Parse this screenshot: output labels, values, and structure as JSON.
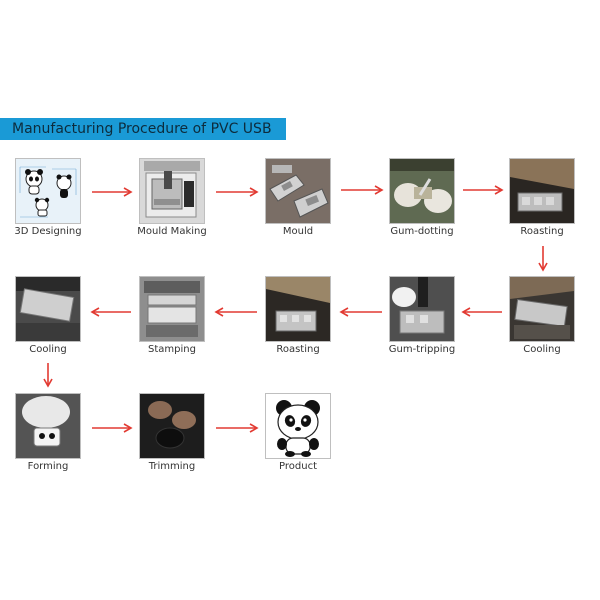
{
  "banner": {
    "title": "Manufacturing Procedure of PVC USB",
    "color": "#1a9ad6"
  },
  "arrow_color": "#e23a32",
  "steps": [
    {
      "label": "3D Designing",
      "icon": "panda-cad-icon"
    },
    {
      "label": "Mould Making",
      "icon": "cnc-machine-icon"
    },
    {
      "label": "Mould",
      "icon": "mould-icon"
    },
    {
      "label": "Gum-dotting",
      "icon": "gum-dotting-icon"
    },
    {
      "label": "Roasting",
      "icon": "oven-icon"
    },
    {
      "label": "Cooling",
      "icon": "cooling-press-icon"
    },
    {
      "label": "Gum-tripping",
      "icon": "gum-tripping-icon"
    },
    {
      "label": "Roasting",
      "icon": "oven-tray-icon"
    },
    {
      "label": "Stamping",
      "icon": "stamping-press-icon"
    },
    {
      "label": "Cooling",
      "icon": "cooling-plate-icon"
    },
    {
      "label": "Forming",
      "icon": "forming-hand-icon"
    },
    {
      "label": "Trimming",
      "icon": "trimming-hands-icon"
    },
    {
      "label": "Product",
      "icon": "panda-usb-icon"
    }
  ]
}
